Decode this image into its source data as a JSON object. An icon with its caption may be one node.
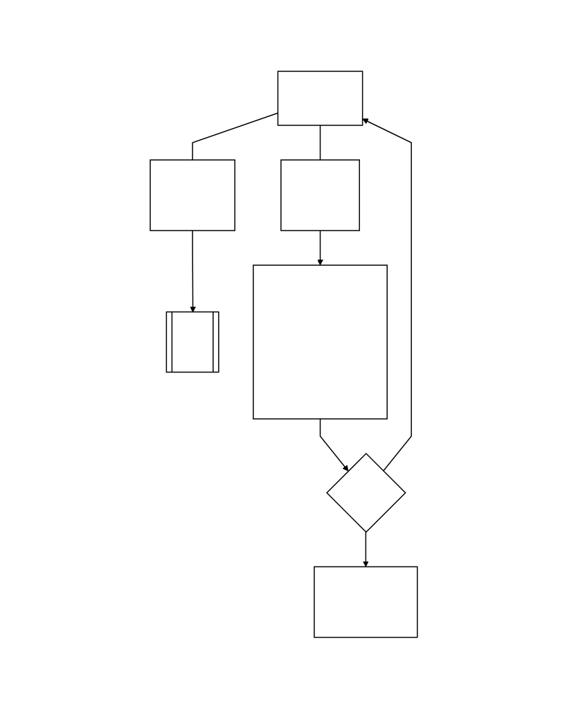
{
  "diagram": {
    "nodes": [
      {
        "text": [],
        "shape": "box"
      },
      {
        "text": [],
        "shape": "box"
      },
      {
        "text": [],
        "shape": "box"
      },
      {
        "text": [],
        "shape": "box"
      },
      {
        "text": [],
        "shape": "box"
      },
      {
        "text": [],
        "shape": "diamond"
      },
      {
        "text": [],
        "shape": "box"
      }
    ],
    "edges": [
      {
        "from": 0,
        "to": 1,
        "arrow": "none"
      },
      {
        "from": 0,
        "to": 2,
        "arrow": "none"
      },
      {
        "from": 1,
        "to": 3,
        "arrow": "to"
      },
      {
        "from": 2,
        "to": 4,
        "arrow": "to"
      },
      {
        "from": 4,
        "to": 5,
        "arrow": "to"
      },
      {
        "from": 5,
        "to": 0,
        "arrow": "to"
      },
      {
        "from": 5,
        "to": 6,
        "arrow": "to"
      }
    ]
  }
}
